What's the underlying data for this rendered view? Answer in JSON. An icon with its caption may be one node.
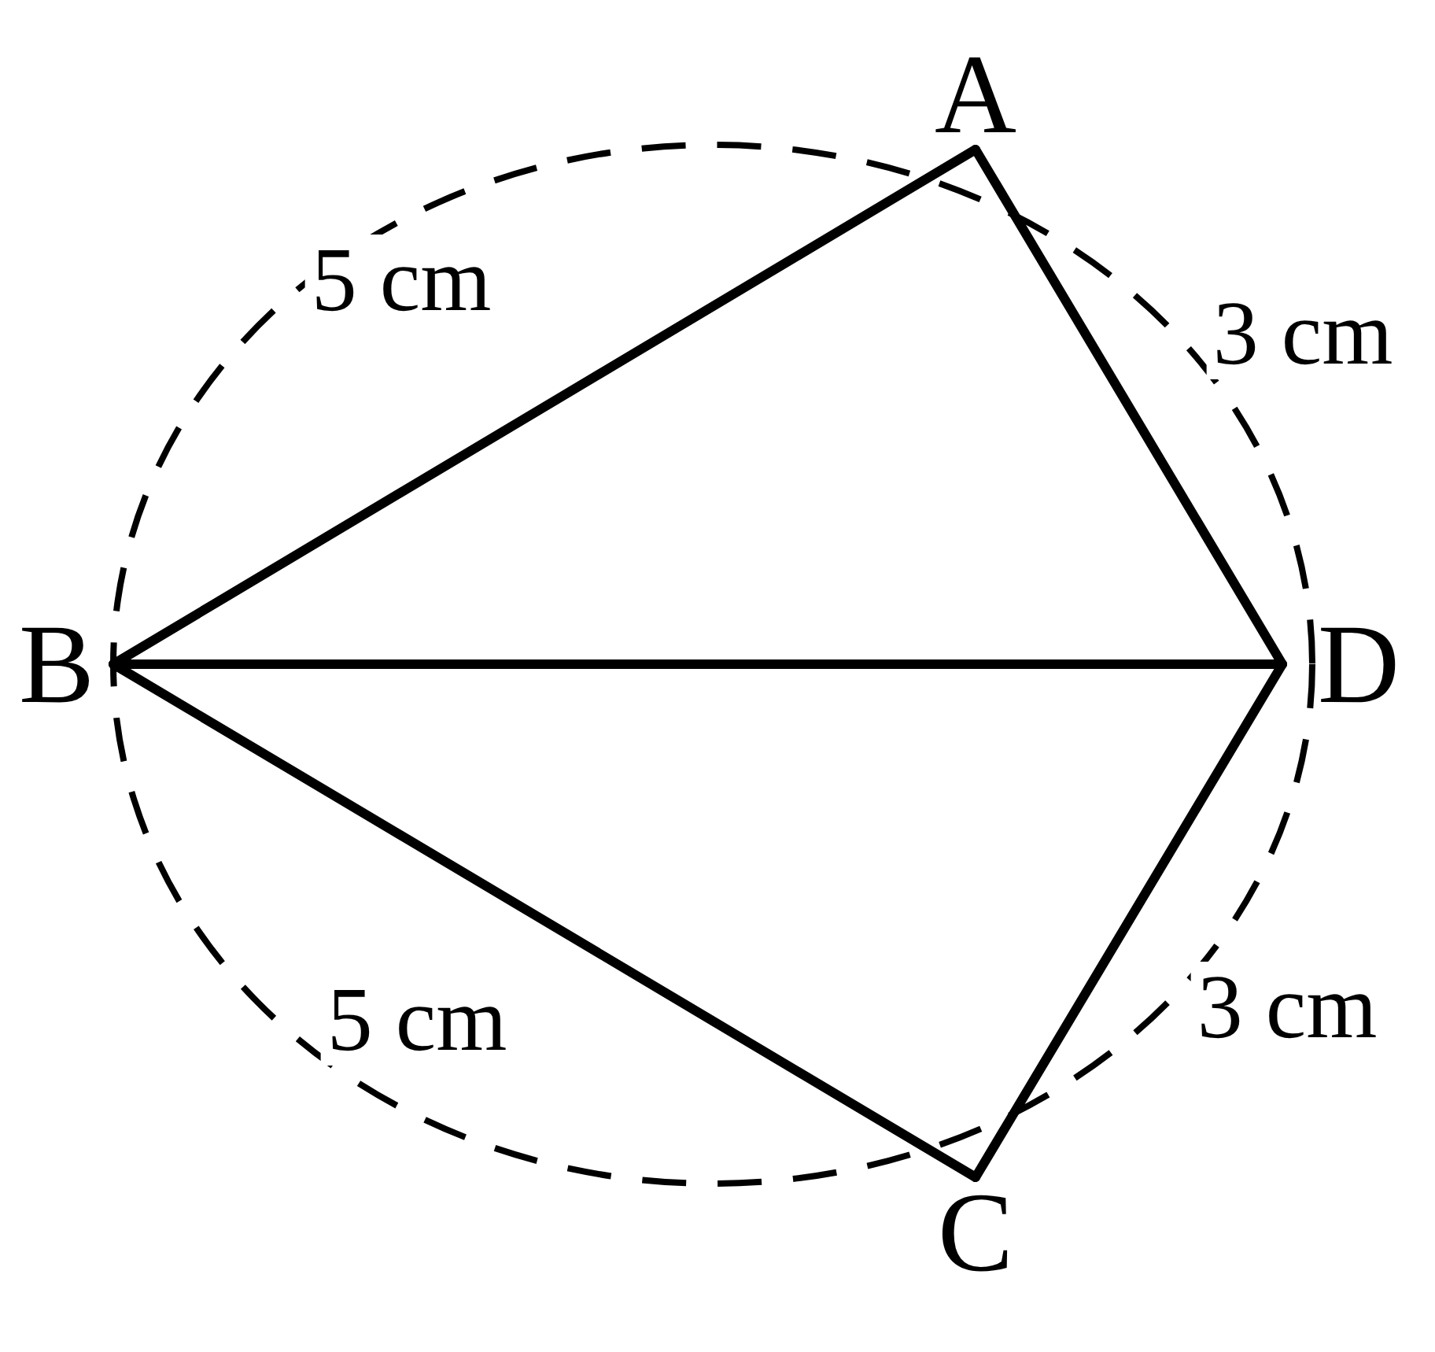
{
  "diagram": {
    "nodes": [
      {
        "text": [
          "A"
        ]
      },
      {
        "text": [
          "B"
        ]
      },
      {
        "text": [
          "D"
        ]
      },
      {
        "text": [
          "C"
        ]
      }
    ],
    "edges": [
      {
        "from": 0,
        "to": 1,
        "arrow": "none",
        "label": "5 cm"
      },
      {
        "from": 0,
        "to": 2,
        "arrow": "none",
        "label": "3 cm"
      },
      {
        "from": 1,
        "to": 2,
        "arrow": "none"
      },
      {
        "from": 1,
        "to": 3,
        "arrow": "none",
        "label": "5 cm"
      },
      {
        "from": 3,
        "to": 2,
        "arrow": "none",
        "label": "3 cm"
      }
    ]
  }
}
